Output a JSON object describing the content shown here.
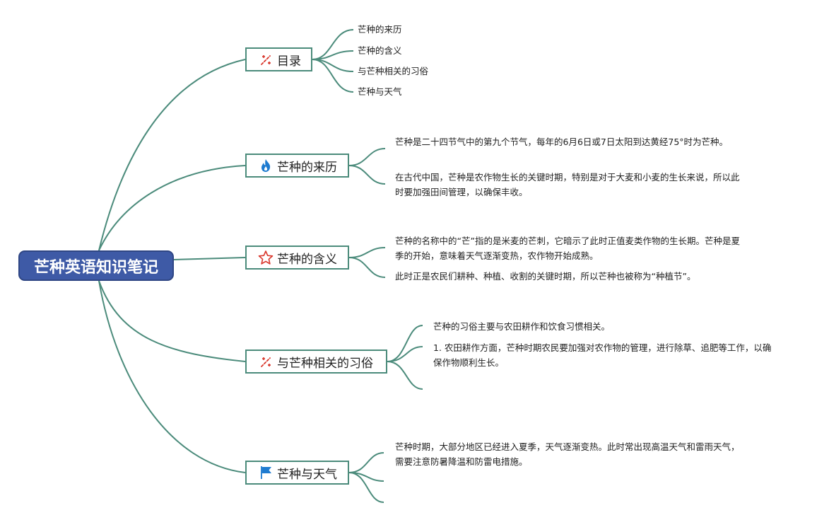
{
  "root": {
    "title": "芒种英语知识笔记"
  },
  "branches": [
    {
      "label": "目录",
      "icon": "magic-wand-icon"
    },
    {
      "label": "芒种的来历",
      "icon": "flame-icon"
    },
    {
      "label": "芒种的含义",
      "icon": "star-icon"
    },
    {
      "label": "与芒种相关的习俗",
      "icon": "magic-wand-icon"
    },
    {
      "label": "芒种与天气",
      "icon": "flag-icon"
    }
  ],
  "toc": [
    "芒种的来历",
    "芒种的含义",
    "与芒种相关的习俗",
    "芒种与天气"
  ],
  "origin": [
    "芒种是二十四节气中的第九个节气，每年的6月6日或7日太阳到达黄经75°时为芒种。",
    "在古代中国，芒种是农作物生长的关键时期，特别是对于大麦和小麦的生长来说，所以此时要加强田间管理，以确保丰收。"
  ],
  "meaning": [
    "芒种的名称中的“芒”指的是米麦的芒刺，它暗示了此时正值麦类作物的生长期。芒种是夏季的开始，意味着天气逐渐变热，农作物开始成熟。",
    "此时正是农民们耕种、种植、收割的关键时期，所以芒种也被称为“种植节”。"
  ],
  "customs": [
    "芒种的习俗主要与农田耕作和饮食习惯相关。",
    "1. 农田耕作方面，芒种时期农民要加强对农作物的管理，进行除草、追肥等工作，以确保作物顺利生长。"
  ],
  "weather": [
    "芒种时期，大部分地区已经进入夏季，天气逐渐变热。此时常出现高温天气和雷雨天气，需要注意防暑降温和防雷电措施。"
  ],
  "colors": {
    "root_fill": "#3e5aa6",
    "connector": "#4b8b7b",
    "icon_red": "#d9362b",
    "icon_blue": "#1e7bd0"
  }
}
